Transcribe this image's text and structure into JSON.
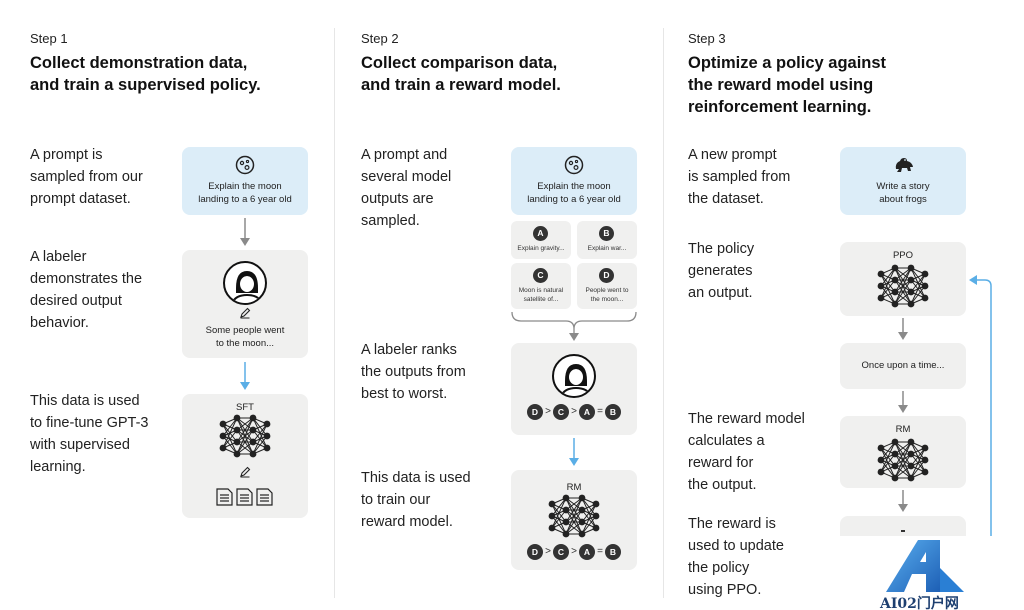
{
  "steps": [
    {
      "label": "Step 1",
      "title": [
        "Collect demonstration data,",
        "and train a supervised policy."
      ],
      "descriptions": [
        [
          "A prompt is",
          "sampled from our",
          "prompt dataset."
        ],
        [
          "A labeler",
          "demonstrates the",
          "desired output",
          "behavior."
        ],
        [
          "This data is used",
          "to fine-tune GPT-3",
          "with supervised",
          "learning."
        ]
      ],
      "prompt_box": [
        "Explain the moon",
        "landing to a 6 year old"
      ],
      "output_box": [
        "Some people went",
        "to the moon..."
      ],
      "model_label": "SFT"
    },
    {
      "label": "Step 2",
      "title": [
        "Collect comparison data,",
        "and train a reward model."
      ],
      "descriptions": [
        [
          "A prompt and",
          "several model",
          "outputs are",
          "sampled."
        ],
        [
          "A labeler ranks",
          "the outputs from",
          "best to worst."
        ],
        [
          "This data is used",
          "to train our",
          "reward model."
        ]
      ],
      "prompt_box": [
        "Explain the moon",
        "landing to a 6 year old"
      ],
      "outputs": [
        {
          "letter": "A",
          "text": [
            "Explain gravity..."
          ]
        },
        {
          "letter": "B",
          "text": [
            "Explain war..."
          ]
        },
        {
          "letter": "C",
          "text": [
            "Moon is natural",
            "satellite of..."
          ]
        },
        {
          "letter": "D",
          "text": [
            "People went to",
            "the moon..."
          ]
        }
      ],
      "ranking": [
        "D",
        ">",
        "C",
        ">",
        "A",
        "=",
        "B"
      ],
      "model_label": "RM"
    },
    {
      "label": "Step 3",
      "title": [
        "Optimize a policy against",
        "the reward model using",
        "reinforcement learning."
      ],
      "descriptions": [
        [
          "A new prompt",
          "is sampled from",
          "the dataset."
        ],
        [
          "The policy",
          "generates",
          "an output."
        ],
        [
          "The reward model",
          "calculates a",
          "reward for",
          "the output."
        ],
        [
          "The reward is",
          "used to update",
          "the policy",
          "using PPO."
        ]
      ],
      "prompt_box": [
        "Write a story",
        "about frogs"
      ],
      "policy_label": "PPO",
      "output_text": "Once upon a time...",
      "rm_label": "RM"
    }
  ],
  "watermark": {
    "text": "AI02门户网"
  },
  "colors": {
    "prompt_box": "#dcedf8",
    "panel_box": "#f0f0ef",
    "arrow_gray": "#8a8a8a",
    "arrow_blue": "#5aaee6",
    "node_dark": "#222222",
    "watermark_blue": "#2a7fd4"
  }
}
